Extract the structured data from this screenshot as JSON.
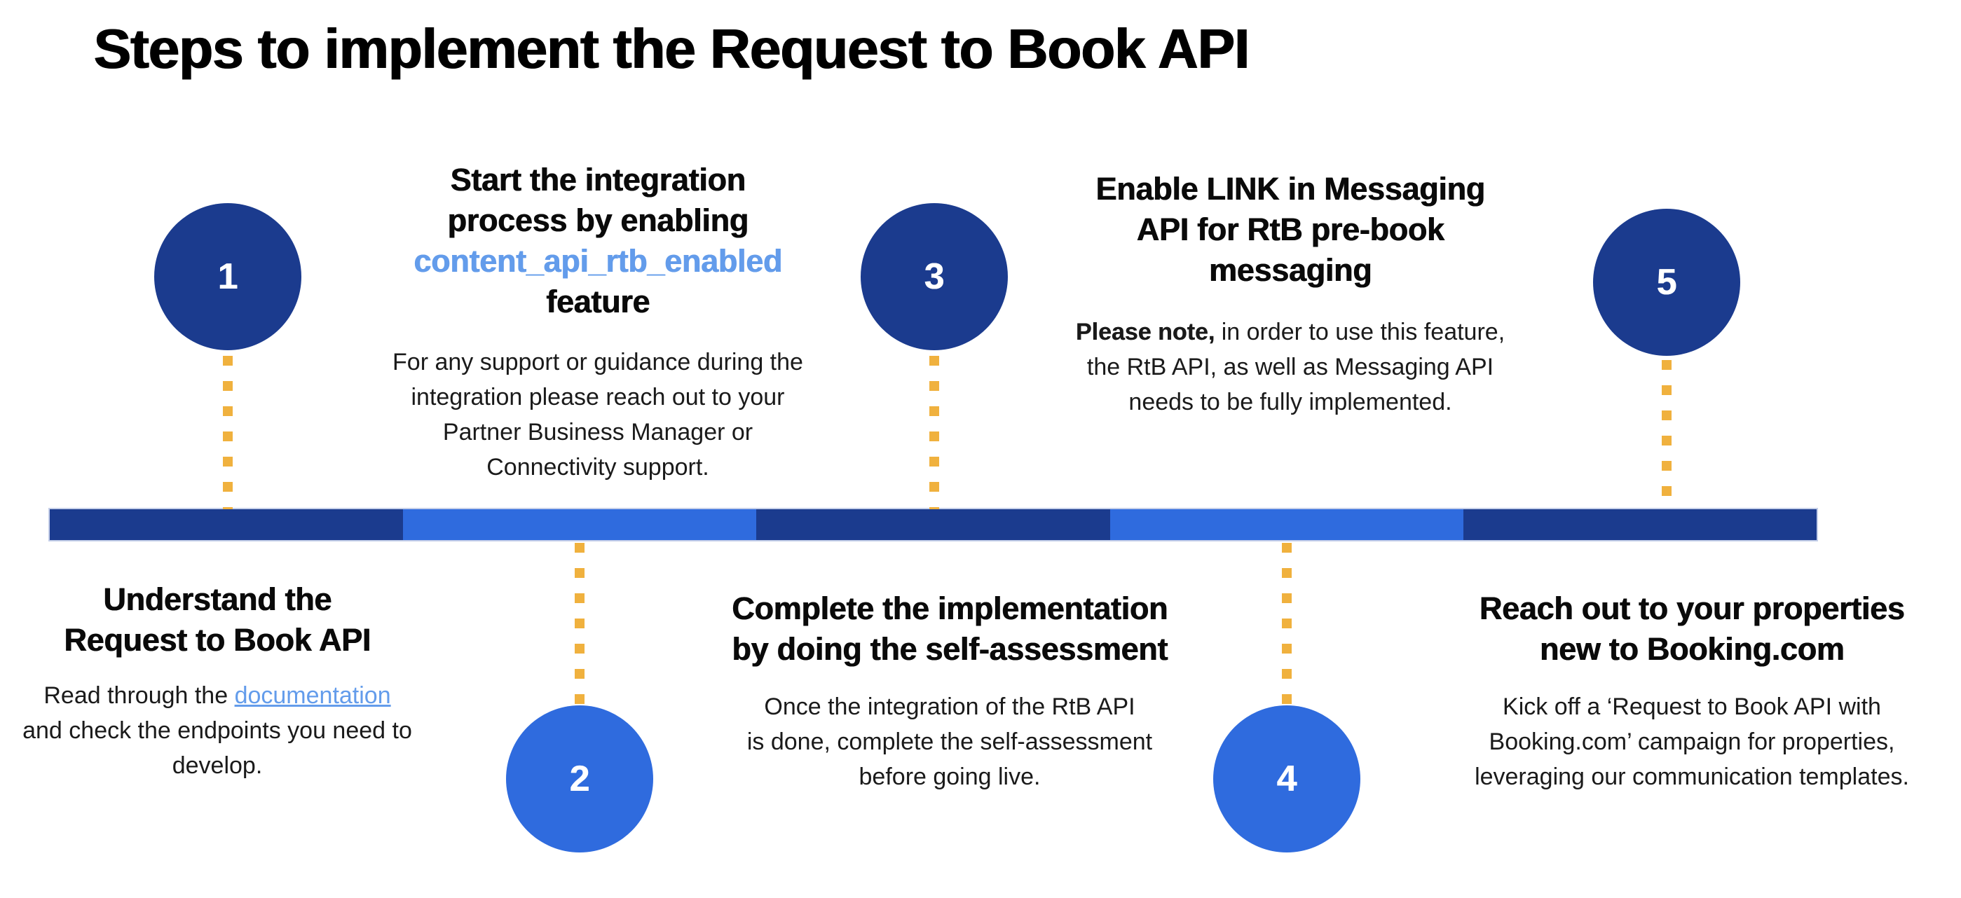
{
  "page": {
    "title": "Steps to implement the Request to Book API",
    "background": "#FFFFFF"
  },
  "colors": {
    "dark_blue": "#1B3B8E",
    "bright_blue": "#2F6BDE",
    "dot_orange": "#F0B13E",
    "link_blue": "#639CEB",
    "heading_text": "#0A0A0A",
    "body_text": "#1A1A1A",
    "number_text": "#FFFFFF"
  },
  "timeline": {
    "segments": [
      "dark",
      "bright",
      "dark",
      "bright",
      "dark"
    ]
  },
  "steps": [
    {
      "number": "1",
      "circle_color": "dark",
      "text_position": "below-bar",
      "heading_lines": [
        "Understand the",
        "Request to Book API"
      ],
      "body": [
        [
          {
            "t": "Read through the ",
            "k": "plain"
          },
          {
            "t": "documentation",
            "k": "link"
          }
        ],
        [
          {
            "t": "and check the endpoints you need to",
            "k": "plain"
          }
        ],
        [
          {
            "t": "develop.",
            "k": "plain"
          }
        ]
      ]
    },
    {
      "number": "2",
      "circle_color": "bright",
      "text_position": "above-bar",
      "heading_lines": [
        "Start the integration",
        "process by enabling",
        "content_api_rtb_enabled",
        "feature"
      ],
      "heading_accent_line": "content_api_rtb_enabled",
      "body": [
        [
          {
            "t": "For any support or guidance during the",
            "k": "plain"
          }
        ],
        [
          {
            "t": "integration please reach out to your",
            "k": "plain"
          }
        ],
        [
          {
            "t": "Partner Business Manager or",
            "k": "plain"
          }
        ],
        [
          {
            "t": "Connectivity support.",
            "k": "plain"
          }
        ]
      ]
    },
    {
      "number": "3",
      "circle_color": "dark",
      "text_position": "below-bar",
      "heading_lines": [
        "Complete the implementation",
        "by doing the self-assessment"
      ],
      "body": [
        [
          {
            "t": "Once the integration of the RtB API",
            "k": "plain"
          }
        ],
        [
          {
            "t": "is done, complete the self-assessment",
            "k": "plain"
          }
        ],
        [
          {
            "t": "before going live.",
            "k": "plain"
          }
        ]
      ]
    },
    {
      "number": "4",
      "circle_color": "bright",
      "text_position": "above-bar",
      "heading_lines": [
        "Enable LINK in Messaging",
        "API for RtB pre-book",
        "messaging"
      ],
      "body": [
        [
          {
            "t": "Please note,",
            "k": "bold"
          },
          {
            "t": " in order to use this feature,",
            "k": "plain"
          }
        ],
        [
          {
            "t": "the RtB API, as well as Messaging API",
            "k": "plain"
          }
        ],
        [
          {
            "t": "needs to be fully implemented.",
            "k": "plain"
          }
        ]
      ]
    },
    {
      "number": "5",
      "circle_color": "dark",
      "text_position": "below-bar",
      "heading_lines": [
        "Reach out to your properties",
        "new to Booking.com"
      ],
      "body": [
        [
          {
            "t": "Kick off a ‘Request to Book API with",
            "k": "plain"
          }
        ],
        [
          {
            "t": "Booking.com’ campaign for properties,",
            "k": "plain"
          }
        ],
        [
          {
            "t": "leveraging our communication templates.",
            "k": "plain"
          }
        ]
      ]
    }
  ]
}
